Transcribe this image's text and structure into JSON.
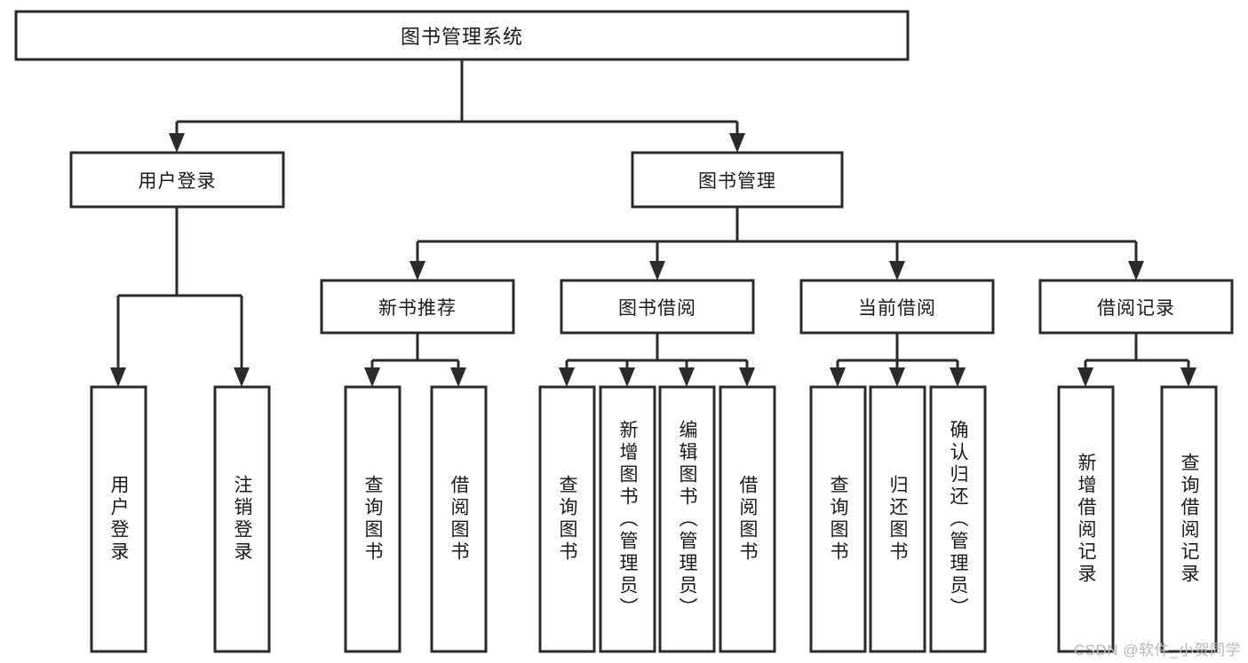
{
  "diagram": {
    "type": "tree-hierarchy",
    "title": "图书管理系统",
    "colors": {
      "box_stroke": "#2b2b2b",
      "box_fill": "#ffffff",
      "connector": "#2b2b2b",
      "text": "#1a1a1a",
      "background": "#ffffff",
      "watermark": "#b9b9b9"
    },
    "root": {
      "label": "图书管理系统",
      "orientation": "horizontal"
    },
    "level2": [
      {
        "label": "用户登录",
        "orientation": "horizontal"
      },
      {
        "label": "图书管理",
        "orientation": "horizontal"
      }
    ],
    "level3": [
      {
        "label": "新书推荐",
        "orientation": "horizontal",
        "parent": "图书管理"
      },
      {
        "label": "图书借阅",
        "orientation": "horizontal",
        "parent": "图书管理"
      },
      {
        "label": "当前借阅",
        "orientation": "horizontal",
        "parent": "图书管理"
      },
      {
        "label": "借阅记录",
        "orientation": "horizontal",
        "parent": "图书管理"
      }
    ],
    "leaves": {
      "用户登录": [
        {
          "label": "用户登录",
          "orientation": "vertical"
        },
        {
          "label": "注销登录",
          "orientation": "vertical"
        }
      ],
      "新书推荐": [
        {
          "label": "查询图书",
          "orientation": "vertical"
        },
        {
          "label": "借阅图书",
          "orientation": "vertical"
        }
      ],
      "图书借阅": [
        {
          "label": "查询图书",
          "orientation": "vertical"
        },
        {
          "label": "新增图书（管理员）",
          "orientation": "vertical"
        },
        {
          "label": "编辑图书（管理员）",
          "orientation": "vertical"
        },
        {
          "label": "借阅图书",
          "orientation": "vertical"
        }
      ],
      "当前借阅": [
        {
          "label": "查询图书",
          "orientation": "vertical"
        },
        {
          "label": "归还图书",
          "orientation": "vertical"
        },
        {
          "label": "确认归还（管理员）",
          "orientation": "vertical"
        }
      ],
      "借阅记录": [
        {
          "label": "新增借阅记录",
          "orientation": "vertical"
        },
        {
          "label": "查询借阅记录",
          "orientation": "vertical"
        }
      ]
    }
  },
  "labels": {
    "root_title": "图书管理系统",
    "n_user_login": "用户登录",
    "n_book_mgmt": "图书管理",
    "n_new_book_rec": "新书推荐",
    "n_book_borrow": "图书借阅",
    "n_current_borrow": "当前借阅",
    "n_borrow_record": "借阅记录",
    "l_user_login": "用户登录",
    "l_logout": "注销登录",
    "l_query_book_a": "查询图书",
    "l_borrow_book_a": "借阅图书",
    "l_query_book_b": "查询图书",
    "l_add_book_admin": "新增图书（管理员）",
    "l_edit_book_admin": "编辑图书（管理员）",
    "l_borrow_book_b": "借阅图书",
    "l_query_book_c": "查询图书",
    "l_return_book": "归还图书",
    "l_confirm_return_admin": "确认归还（管理员）",
    "l_add_borrow_record": "新增借阅记录",
    "l_query_borrow_record": "查询借阅记录"
  },
  "watermark": {
    "text": "CSDN @软件_小贺同学"
  }
}
